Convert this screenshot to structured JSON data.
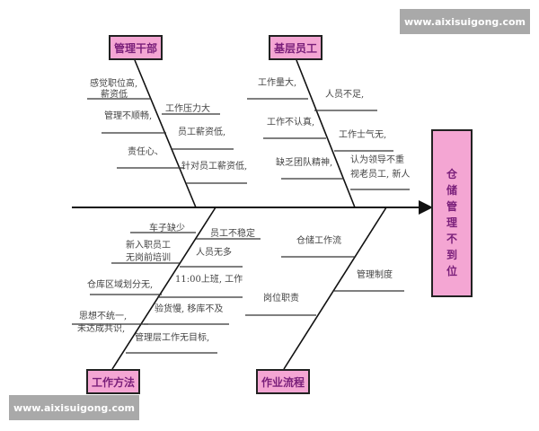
{
  "effect": {
    "label": "仓储管理不到位",
    "chars": [
      "仓",
      "储",
      "管",
      "理",
      "不",
      "到",
      "位"
    ]
  },
  "colors": {
    "box_fill": "#f4a6d3",
    "category_text": "#7a1f7a",
    "watermark_bg": "#a9a9a9"
  },
  "categories": {
    "management": {
      "label": "管理干部",
      "causes": [
        "感觉职位高,",
        "薪资低",
        "工作压力大",
        "管理不顺畅,",
        "员工薪资低,",
        "责任心、",
        "针对员工薪资低,"
      ]
    },
    "staff": {
      "label": "基层员工",
      "causes": [
        "工作量大,",
        "人员不足,",
        "工作不认真,",
        "工作士气无,",
        "缺乏团队精神,",
        "认为领导不重",
        "视老员工, 新人"
      ]
    },
    "method": {
      "label": "工作方法",
      "causes": [
        "车子缺少",
        "员工不稳定",
        "新入职员工",
        "无岗前培训",
        "人员无多",
        "11:00上班, 工作",
        "仓库区域划分无,",
        "验货慢, 移库不及",
        "思想不统一,",
        "未达成共识,",
        "管理层工作无目标,"
      ]
    },
    "process": {
      "label": "作业流程",
      "causes": [
        "仓储工作流",
        "管理制度",
        "岗位职责"
      ]
    }
  },
  "watermark": {
    "text": "www.aixisuigong.com"
  }
}
